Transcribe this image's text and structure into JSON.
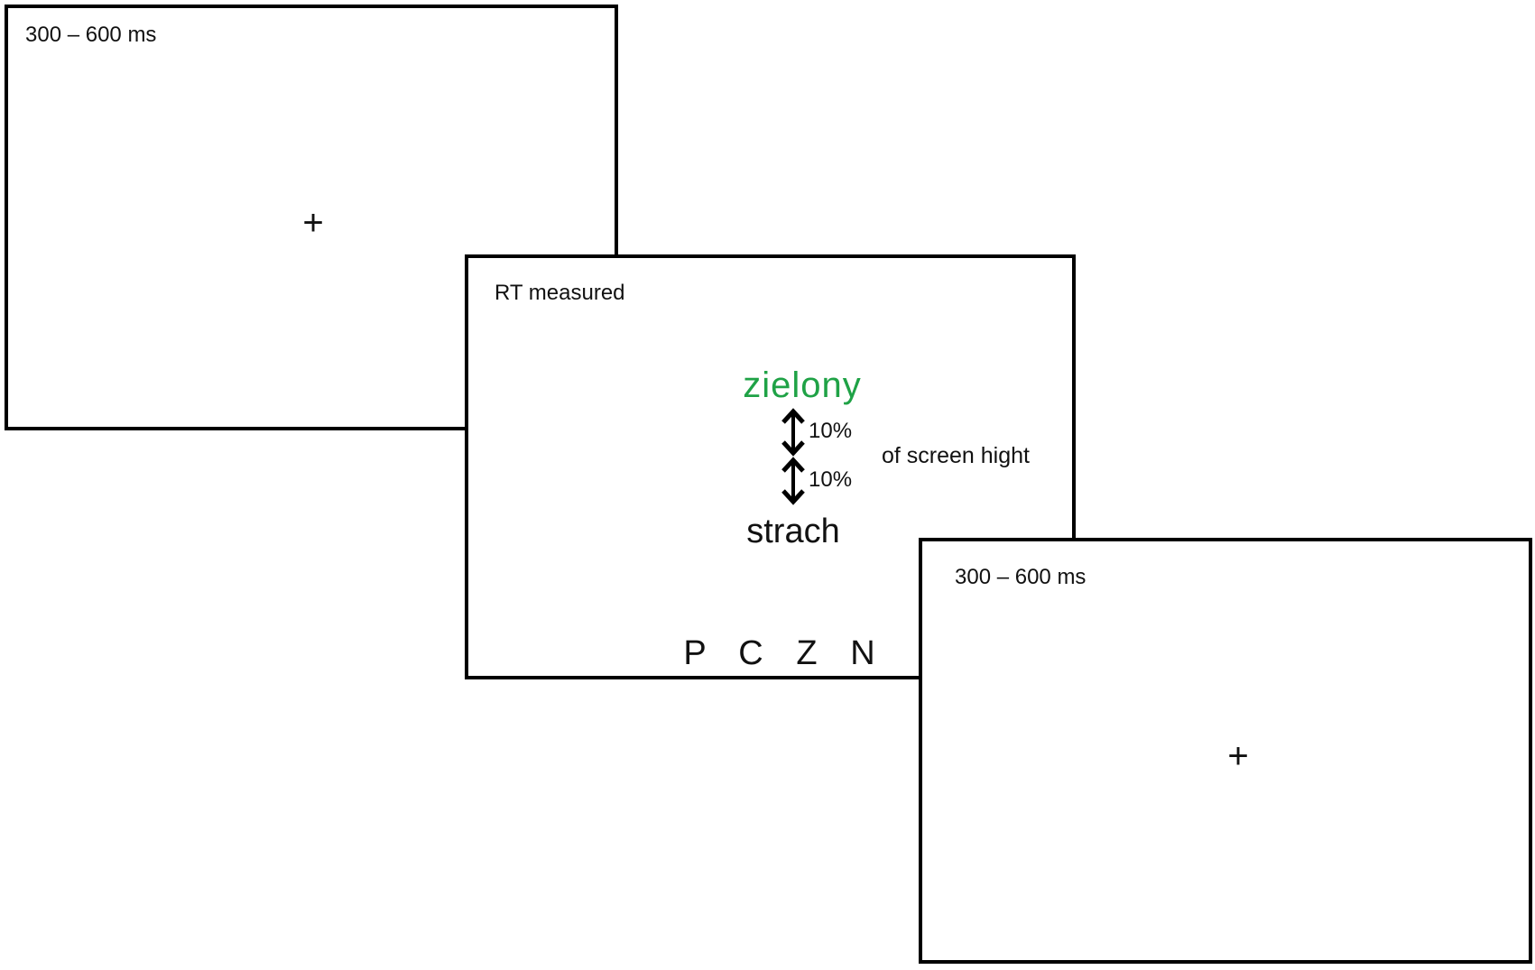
{
  "screens": [
    {
      "duration_label": "300 – 600 ms",
      "fixation": "+"
    },
    {
      "rt_label": "RT measured",
      "color_word": "zielony",
      "color_word_color": "#1fa246",
      "emotion_word": "strach",
      "spacing_top": "10%",
      "spacing_bottom": "10%",
      "spacing_note": "of screen hight",
      "response_keys": [
        "P",
        "C",
        "Z",
        "N"
      ]
    },
    {
      "duration_label": "300 – 600 ms",
      "fixation": "+"
    }
  ],
  "icons": {
    "spacing_arrow": "double-headed-vertical-arrow"
  }
}
